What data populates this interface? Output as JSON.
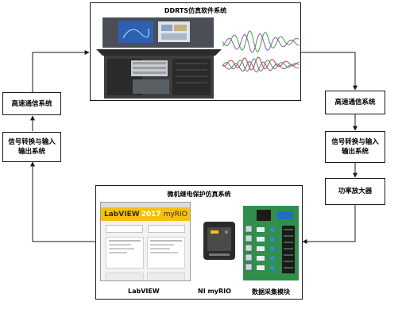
{
  "top_system": {
    "title": "DDRTS仿真软件系统"
  },
  "left_chain": {
    "comm": "高速通信系统",
    "io": "信号转换与输入\n输出系统"
  },
  "right_chain": {
    "comm": "高速通信系统",
    "io": "信号转换与输入\n输出系统",
    "amp": "功率放大器"
  },
  "bottom_system": {
    "title": "微机继电保护仿真系统",
    "labview_caption": "LabVIEW",
    "myrio_caption": "NI myRIO",
    "daq_caption": "数据采集模块",
    "labview_logo_text": "LabVIEW",
    "labview_logo_year": "2017",
    "labview_logo_product": "myRIO"
  },
  "colors": {
    "line": "#1a1a1a",
    "labview_yellow": "#f4c20d",
    "pcb_green": "#2f8f4b",
    "rack_dark": "#3a3a3a",
    "wave_green": "#3aa04a",
    "wave_purple": "#8a56b5",
    "wave_red": "#d23a3a"
  },
  "icons": [
    "arrow-head-icon"
  ]
}
